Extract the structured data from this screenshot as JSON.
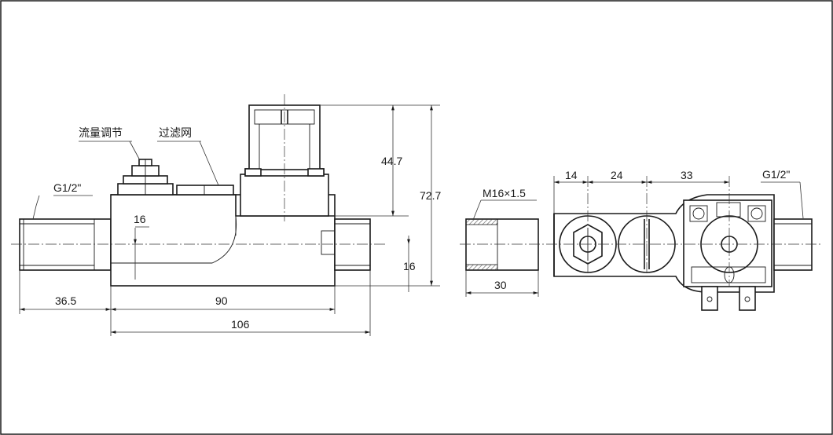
{
  "left_view": {
    "label_thread_left": "G1/2\"",
    "label_flow_adjust": "流量调节",
    "label_filter": "过滤网",
    "dim_inner_16": "16",
    "dim_44_7": "44.7",
    "dim_72_7": "72.7",
    "dim_right_16": "16",
    "dim_36_5": "36.5",
    "dim_90": "90",
    "dim_106": "106"
  },
  "right_view": {
    "label_thread_m16": "M16×1.5",
    "label_thread_right": "G1/2\"",
    "dim_14": "14",
    "dim_24": "24",
    "dim_33": "33",
    "dim_30": "30"
  }
}
